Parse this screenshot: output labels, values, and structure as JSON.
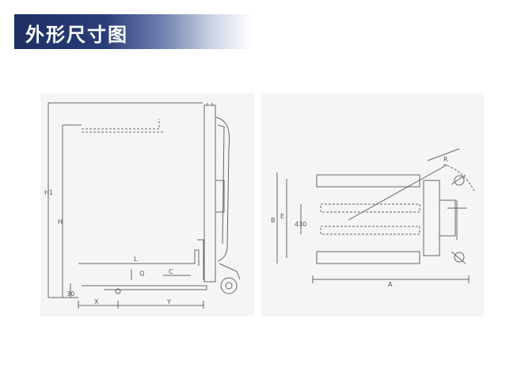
{
  "header": {
    "title": "外形尺寸图"
  },
  "side_view": {
    "labels": {
      "h1": "H1",
      "h": "H",
      "l": "L",
      "q": "Q",
      "c": "C",
      "h30": "30",
      "x": "X",
      "y": "Y"
    }
  },
  "top_view": {
    "labels": {
      "b": "B",
      "e": "E",
      "w430": "430",
      "a": "A",
      "r": "R"
    }
  }
}
